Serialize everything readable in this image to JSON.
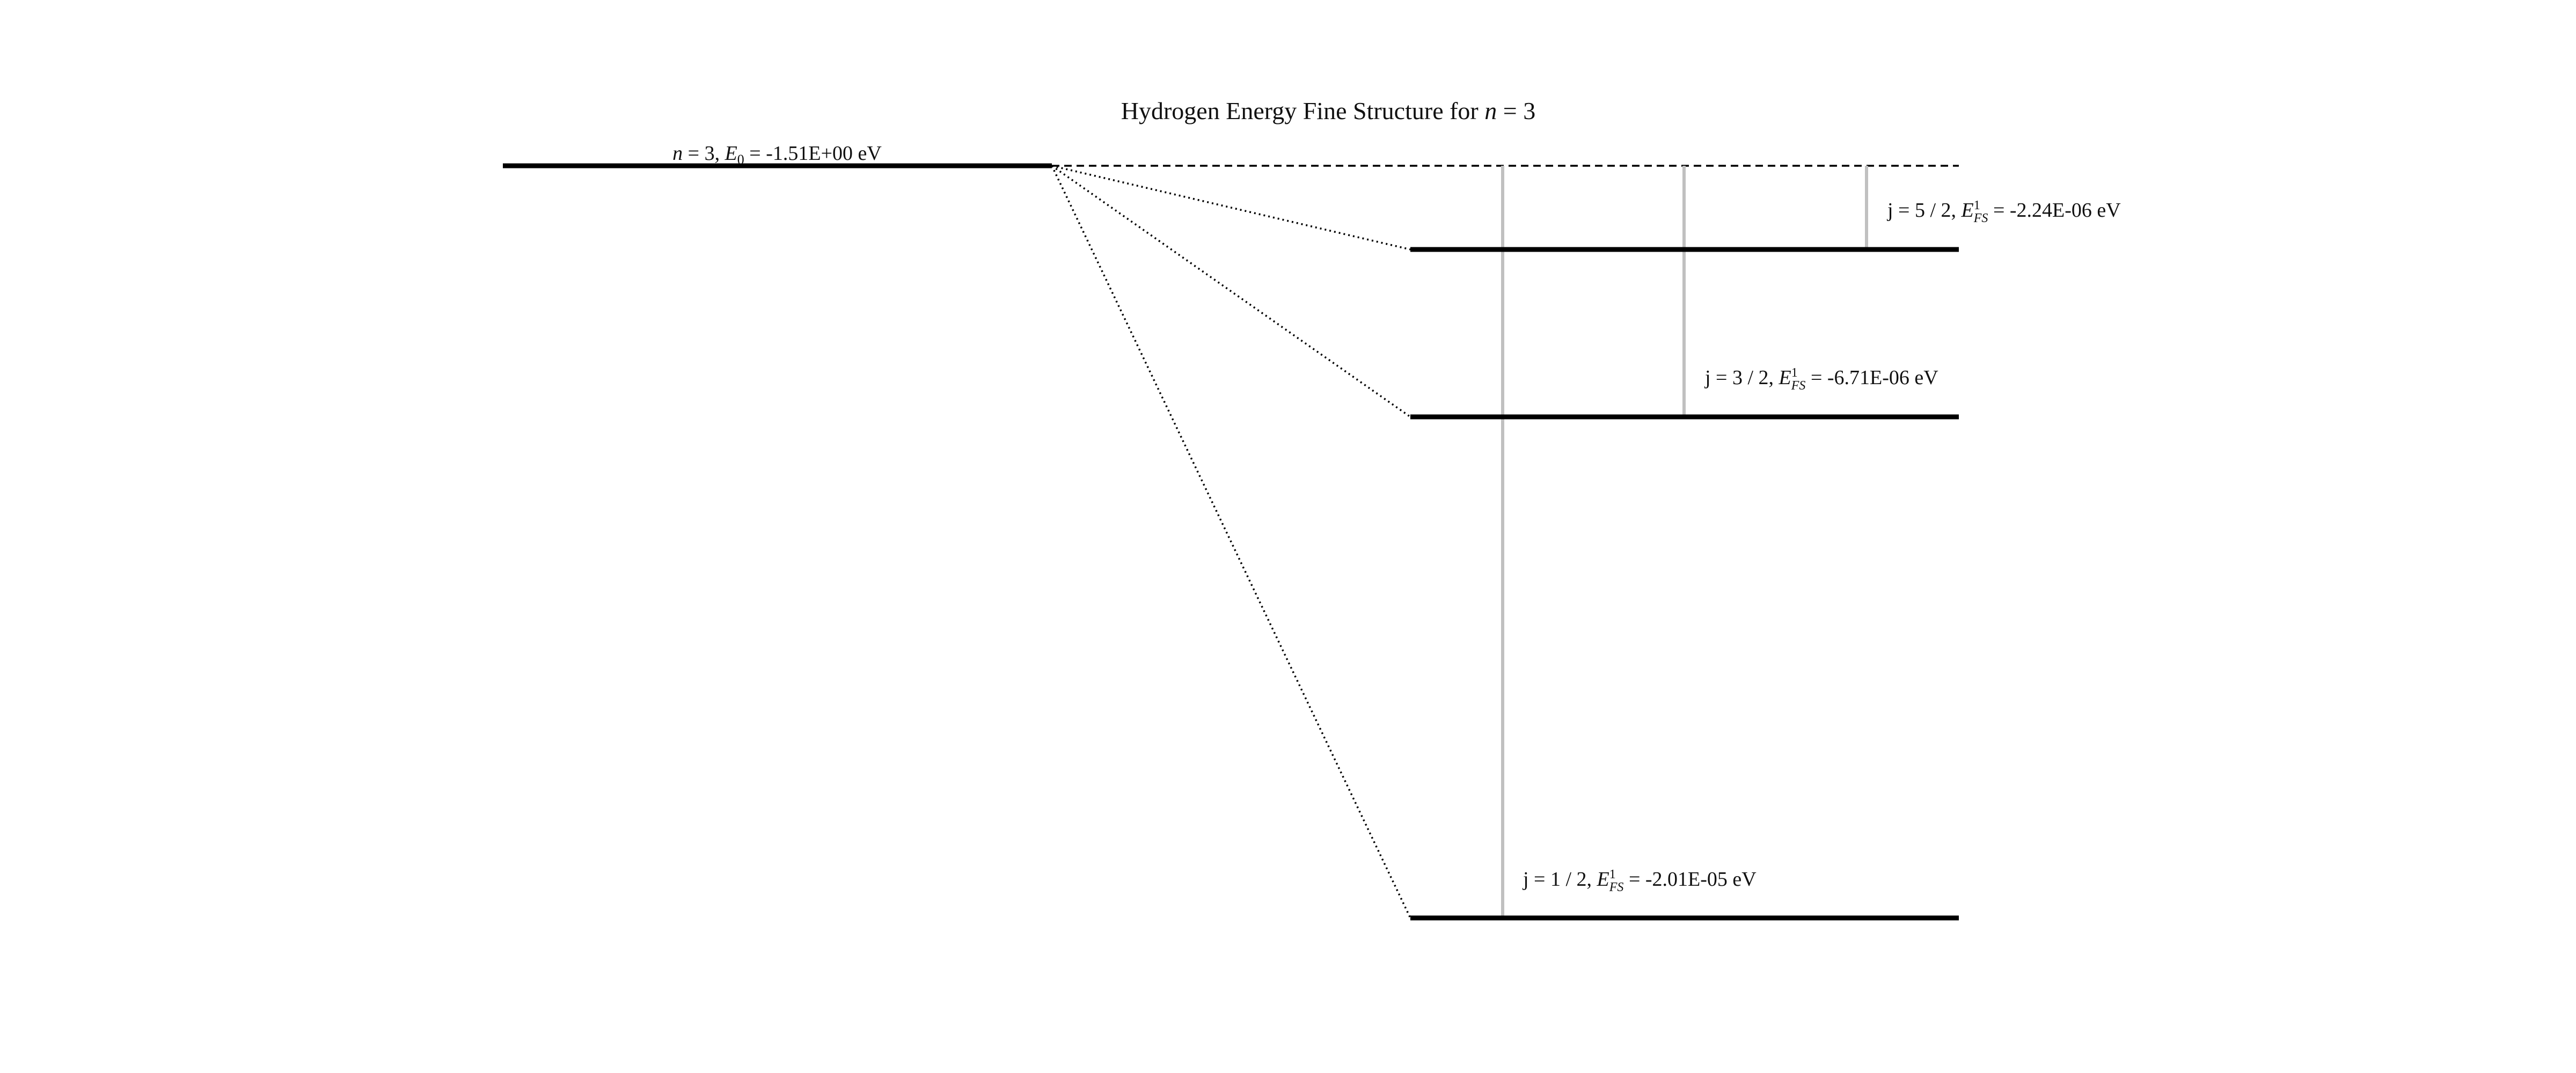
{
  "title": {
    "prefix": "Hydrogen Energy Fine Structure for ",
    "var": "n",
    "suffix": " = 3"
  },
  "base_level": {
    "n_var": "n",
    "n_eq": " = 3, ",
    "e_var": "E",
    "e_sub": "0",
    "value": " = -1.51E+00 eV"
  },
  "levels": [
    {
      "j": "j = 5 / 2, ",
      "e_var": "E",
      "e_sup": "1",
      "e_sub": "FS",
      "value": " = -2.24E-06 eV",
      "energy_ev": -2.24e-06
    },
    {
      "j": "j = 3 / 2, ",
      "e_var": "E",
      "e_sup": "1",
      "e_sub": "FS",
      "value": " = -6.71E-06 eV",
      "energy_ev": -6.71e-06
    },
    {
      "j": "j = 1 / 2, ",
      "e_var": "E",
      "e_sup": "1",
      "e_sub": "FS",
      "value": " = -2.01E-05 eV",
      "energy_ev": -2.01e-05
    }
  ],
  "colors": {
    "level_line": "#000000",
    "connector": "#000000",
    "marker": "#c0c0c0"
  }
}
